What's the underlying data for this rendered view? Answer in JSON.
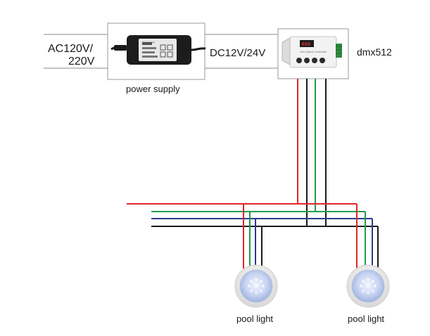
{
  "labels": {
    "ac_line1": "AC120V/",
    "ac_line2": "220V",
    "dc": "DC12V/24V",
    "power_supply": "power supply",
    "controller": "dmx512",
    "pool_light_1": "pool light",
    "pool_light_2": "pool light"
  },
  "device_text": {
    "adapter_label": "Power Supply",
    "controller_title": "LED Digital Controller",
    "controller_display": "888"
  },
  "wire_colors": {
    "red": "#e0262b",
    "green": "#1f9e4a",
    "blue": "#2a3a8f",
    "black": "#1a1a1a",
    "gray": "#8a8a8a"
  }
}
